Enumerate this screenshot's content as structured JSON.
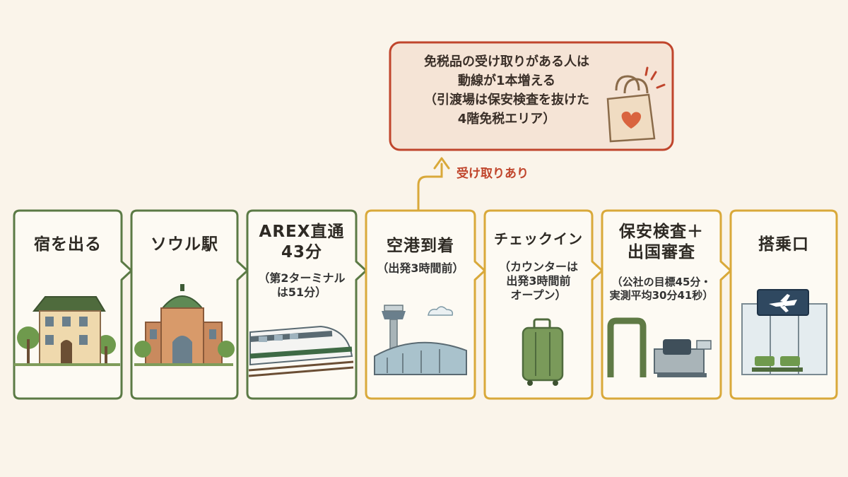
{
  "steps": [
    {
      "title": "宿を出る",
      "sub": "",
      "icon": "hotel-building-icon"
    },
    {
      "title": "ソウル駅",
      "sub": "",
      "icon": "seoul-station-icon"
    },
    {
      "title": "AREX直通\n43分",
      "sub": "（第2ターミナル\nは51分）",
      "icon": "arex-train-icon"
    },
    {
      "title": "空港到着",
      "sub": "（出発3時間前）",
      "icon": "airport-terminal-icon"
    },
    {
      "title": "チェックイン",
      "sub": "（カウンターは\n出発3時間前\nオープン）",
      "icon": "suitcase-icon"
    },
    {
      "title": "保安検査＋\n出国審査",
      "sub": "（公社の目標45分・\n実測平均30分41秒）",
      "icon": "security-gate-icon"
    },
    {
      "title": "搭乗口",
      "sub": "",
      "icon": "boarding-gate-icon"
    }
  ],
  "note": {
    "text": "免税品の受け取りがある人は\n動線が1本増える\n（引渡場は保安検査を抜けた\n4階免税エリア）",
    "branch_label": "受け取りあり",
    "icon": "shopping-bag-icon"
  },
  "colors": {
    "green_border": "#5b7a45",
    "gold_border": "#d9a93a",
    "note_border": "#c0452c",
    "note_fill": "#f5e4d6",
    "background": "#faf4ea"
  }
}
